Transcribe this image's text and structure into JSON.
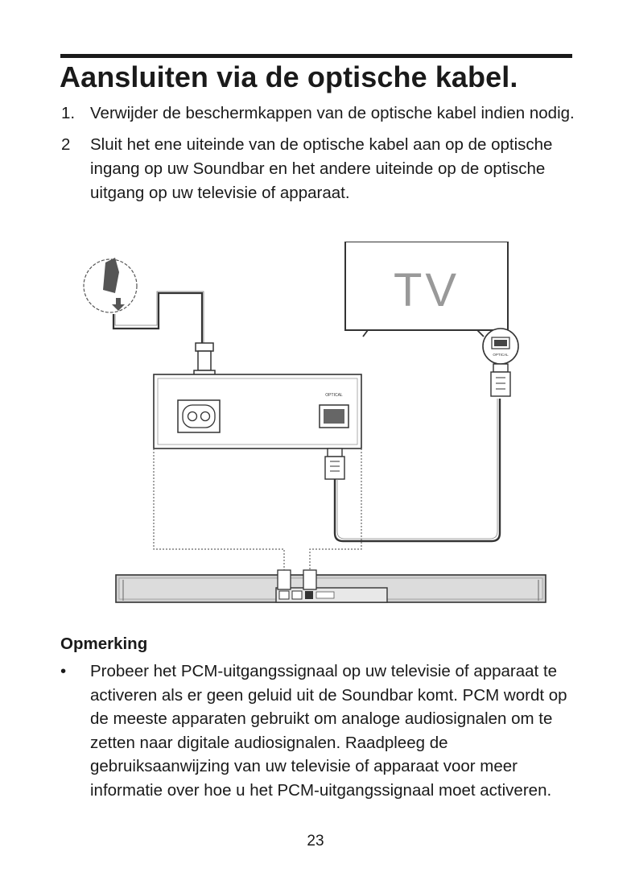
{
  "title": "Aansluiten via de optische kabel.",
  "steps": [
    {
      "number": "1.",
      "text": "Verwijder de beschermkappen van de optische kabel indien nodig."
    },
    {
      "number": "2",
      "text": "Sluit het ene uiteinde van de optische kabel aan op de optische ingang op uw Soundbar en het andere uiteinde op de optische uitgang op uw televisie of apparaat."
    }
  ],
  "diagram": {
    "tv_label": "TV",
    "optical_port_label": "OPTICAL",
    "tv_port_label": "OPTICAL"
  },
  "note": {
    "heading": "Opmerking",
    "bullet": "•",
    "items": [
      "Probeer het PCM-uitgangssignaal op uw televisie of apparaat te activeren als er geen geluid uit de Soundbar komt. PCM wordt op de meeste apparaten gebruikt om analoge audiosignalen om te zetten naar digitale audiosignalen. Raadpleeg de gebruiksaanwijzing van uw televisie of apparaat voor meer informatie over hoe u het PCM-uitgangssignaal moet activeren."
    ]
  },
  "page_number": "23"
}
